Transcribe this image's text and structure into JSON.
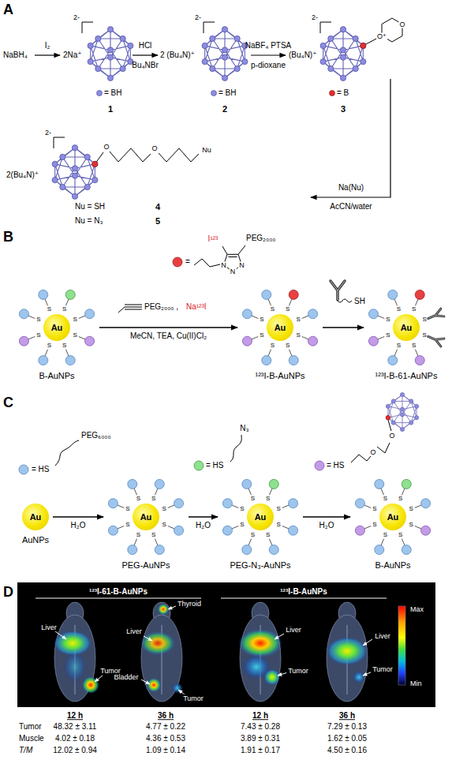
{
  "diagram": {
    "nodes": [
      {
        "text": [
          "Au",
          "B-AuNPs"
        ]
      },
      {
        "text": [
          "Au",
          "¹²³I-B-AuNPs"
        ]
      },
      {
        "text": [
          "Au",
          "¹²³I-B-61-AuNPs"
        ]
      },
      {
        "text": [
          "Au",
          "AuNPs"
        ]
      },
      {
        "text": [
          "Au",
          "PEG-AuNPs"
        ]
      },
      {
        "text": [
          "Au",
          "PEG-N₃-AuNPs"
        ]
      },
      {
        "text": [
          "Au",
          "B-AuNPs"
        ]
      }
    ],
    "edges": [
      {
        "from": 0,
        "to": 1,
        "label": "MeCN, TEA, Cu(II)Cl₂",
        "arrow": "to"
      },
      {
        "from": 1,
        "to": 2,
        "arrow": "to"
      },
      {
        "from": 3,
        "to": 4,
        "label": "H₂O",
        "arrow": "to"
      },
      {
        "from": 4,
        "to": 5,
        "label": "H₂O",
        "arrow": "to"
      },
      {
        "from": 5,
        "to": 6,
        "label": "H₂O",
        "arrow": "to"
      }
    ],
    "labels": [
      "A",
      "NaBH₄",
      "I₂",
      "2Na⁺",
      "2-",
      "= BH",
      "1",
      "HCl",
      "Bu₄NBr",
      "2 (Bu₄N)⁺",
      "2-",
      "= BH",
      "2",
      "NaBF₄ PTSA",
      "p-dioxane",
      "(Bu₄N)⁺",
      "2-",
      "O⁺",
      "O",
      "= B",
      "3",
      "Na(Nu)",
      "AcCN/water",
      "2(Bu₄N)⁺",
      "2-",
      "O",
      "O",
      "Nu",
      "Nu = SH",
      "4",
      "Nu = N₃",
      "5",
      "B",
      "I¹²³",
      "PEG₂₀₀₀",
      "=",
      "N",
      "N",
      "N",
      "PEG₂₀₀₀ ,",
      "Na¹²³I",
      "SH",
      "S",
      "S",
      "S",
      "S",
      "S",
      "S",
      "S",
      "S",
      "S",
      "S",
      "S",
      "S",
      "S",
      "S",
      "S",
      "S",
      "S",
      "S",
      "S",
      "S",
      "S",
      "S",
      "S",
      "S",
      "C",
      "= HS",
      "PEG₆₀₀₀",
      "= HS",
      "N₃",
      "= HS",
      "O",
      "O",
      "S",
      "S",
      "S",
      "S",
      "S",
      "S",
      "S",
      "S",
      "S",
      "S",
      "S",
      "S",
      "S",
      "S",
      "S",
      "S",
      "S",
      "S",
      "S",
      "S",
      "S",
      "S",
      "S",
      "S",
      "D",
      "¹²³I-61-B-AuNPs",
      "¹²³I-B-AuNPs",
      "Liver",
      "Tumor",
      "Thyroid",
      "Liver",
      "Bladder",
      "Tumor",
      "Liver",
      "Tumor",
      "Liver",
      "Tumor",
      "Max",
      "Min",
      "12 h",
      "36 h",
      "12 h",
      "36 h",
      "Tumor",
      "48.32 ± 3.11",
      "4.77 ± 0.22",
      "7.43 ± 0.28",
      "7.29 ± 0.13",
      "Muscle",
      "4.02 ± 0.18",
      "4.36 ± 0.53",
      "3.89 ± 0.31",
      "1.62 ± 0.05",
      "T/M",
      "12.02 ± 0.94",
      "1.09 ± 0.14",
      "1.91 ± 0.17",
      "4.50 ± 0.16"
    ]
  }
}
